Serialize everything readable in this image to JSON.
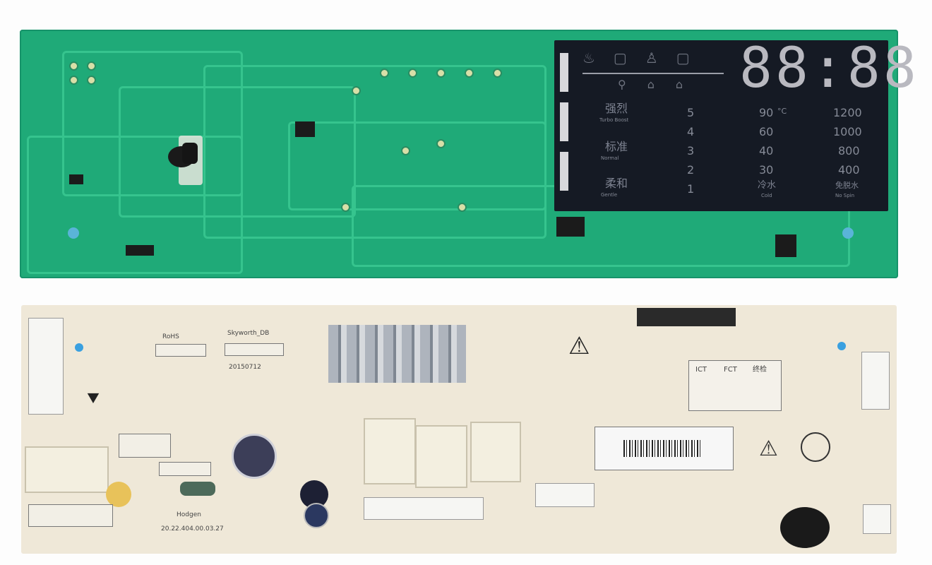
{
  "display_panel": {
    "digits": "88:88",
    "rows": [
      {
        "program": "强烈",
        "program_en": "Turbo Boost",
        "level": "5",
        "temp": "90",
        "temp_unit": "°C",
        "spin": "1200"
      },
      {
        "program": "",
        "program_en": "",
        "level": "4",
        "temp": "60",
        "temp_unit": "",
        "spin": "1000"
      },
      {
        "program": "标准",
        "program_en": "Normal",
        "level": "3",
        "temp": "40",
        "temp_unit": "",
        "spin": "800"
      },
      {
        "program": "",
        "program_en": "",
        "level": "2",
        "temp": "30",
        "temp_unit": "",
        "spin": "400"
      },
      {
        "program": "柔和",
        "program_en": "Gentle",
        "level": "1",
        "temp": "冷水",
        "temp_unit": "Cold",
        "spin": "免脱水",
        "spin_en": "No Spin"
      }
    ]
  },
  "power_board": {
    "rohs": "RoHS",
    "brand": "Skyworth_DB",
    "date": "20150712",
    "maker": "Hodgen",
    "part_number": "20.22.404.00.03.27",
    "test_labels": [
      "ICT",
      "FCT",
      "终检"
    ]
  },
  "colors": {
    "pcb_green": "#1faa78",
    "pcb_beige": "#efe8d8",
    "lcd": "#151a24",
    "fiducial": "#3aa0e0"
  }
}
